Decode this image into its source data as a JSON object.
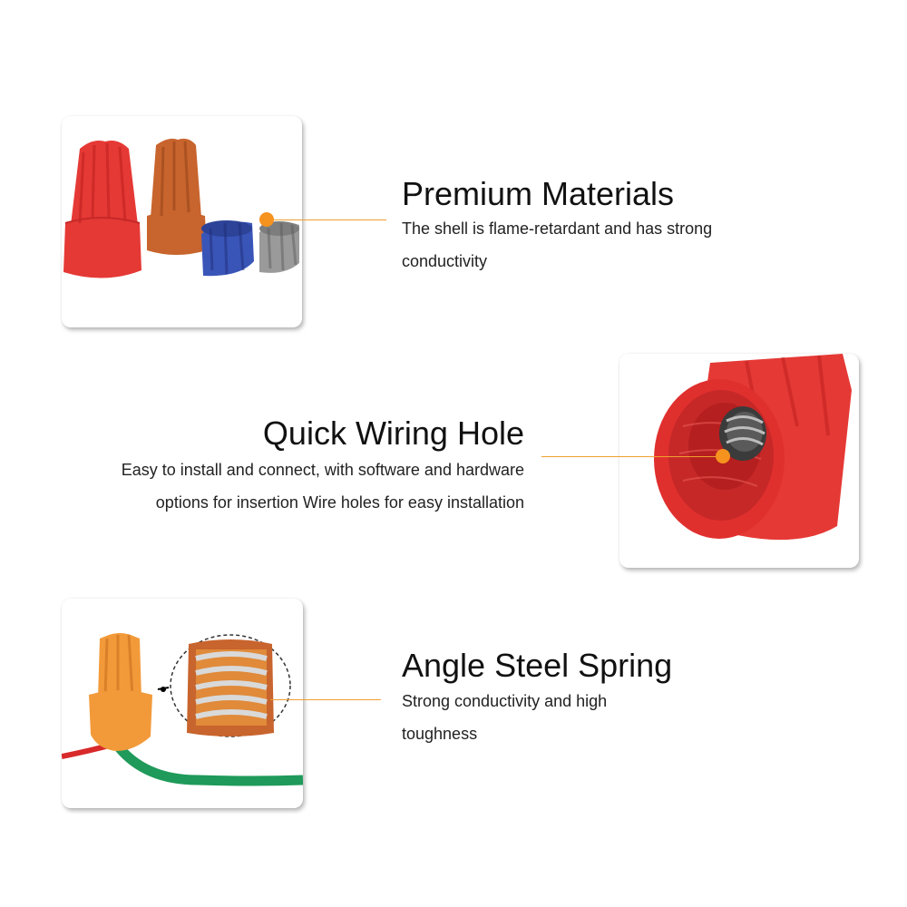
{
  "features": [
    {
      "title": "Premium Materials",
      "description": "The shell is flame-retardant and has strong conductivity"
    },
    {
      "title": "Quick Wiring Hole",
      "description": "Easy to install and connect, with software and hardware options for insertion Wire holes for easy installation"
    },
    {
      "title": "Angle Steel Spring",
      "description": "Strong conductivity and high toughness"
    }
  ],
  "colors": {
    "accent_orange": "#f6921e",
    "leader_line": "#f0a030",
    "connector_red": "#e53935",
    "connector_orange": "#c8642d",
    "connector_blue": "#3a55b8",
    "connector_gray": "#9a9a9a",
    "wire_green": "#1f9a5a",
    "wire_red": "#d8292b",
    "spring_silver": "#d9d9d9"
  },
  "icons": [
    "wire-connector-set-image",
    "connector-opening-image",
    "spring-cutaway-image"
  ]
}
